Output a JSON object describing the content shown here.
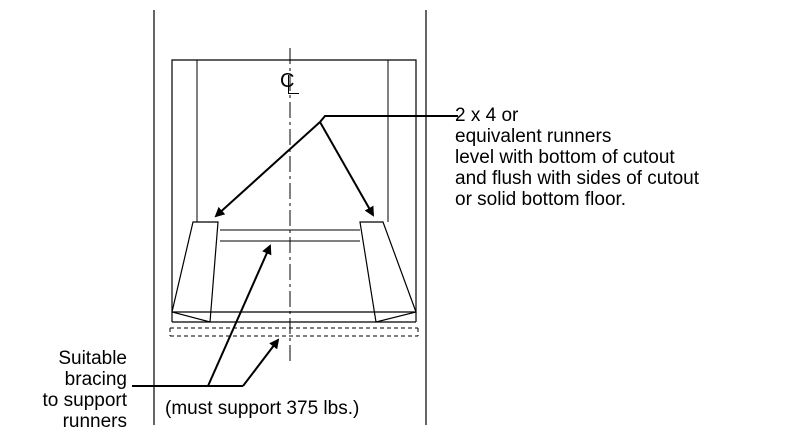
{
  "centerline_symbol": "C",
  "labels": {
    "runners": [
      "2 x 4 or",
      "equivalent runners",
      "level with bottom of cutout",
      "and flush with sides of cutout",
      "or solid bottom floor."
    ],
    "bracing": [
      "Suitable",
      "bracing",
      "to support",
      "runners"
    ],
    "support": "(must support 375 lbs.)"
  }
}
